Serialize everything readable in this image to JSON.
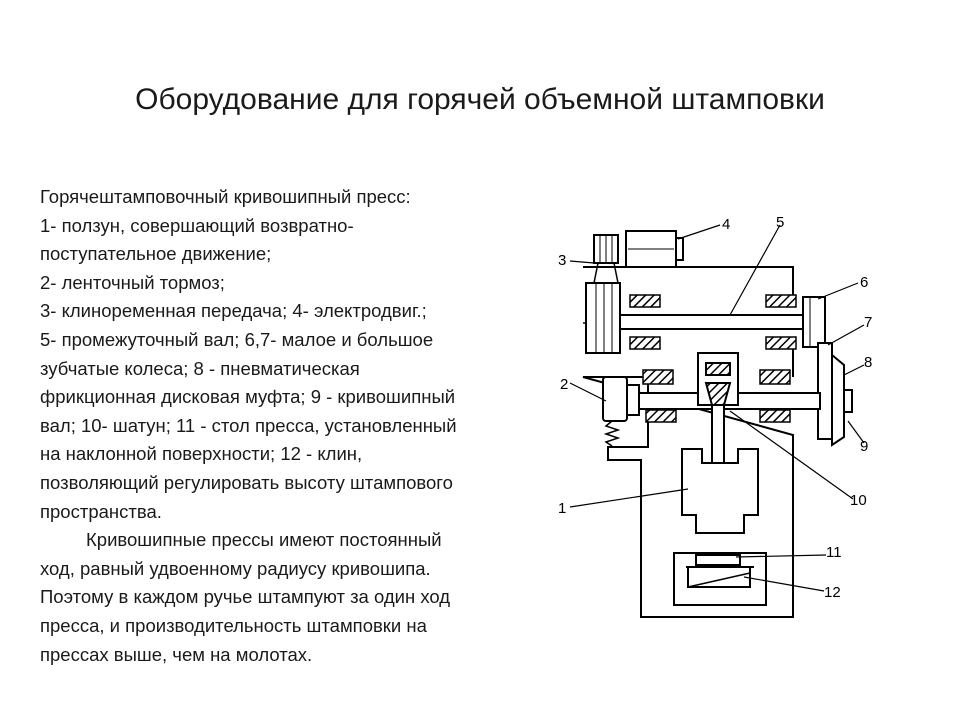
{
  "title": "Оборудование для горячей объемной штамповки",
  "text": {
    "intro": "Горячештамповочный кривошипный пресс:",
    "items": [
      "1- ползун, совершающий возвратно-",
      "поступательное движение;",
      "2- ленточный тормоз;",
      "3- клиноременная передача; 4- электродвиг.;",
      "5- промежуточный вал; 6,7- малое и большое",
      "зубчатые колеса; 8 - пневматическая",
      "фрикционная дисковая муфта; 9 - кривошипный",
      "вал; 10- шатун; 11 - стол пресса, установленный",
      "на наклонной поверхности; 12 - клин,",
      "позволяющий регулировать высоту штампового",
      "пространства."
    ],
    "paragraph2": [
      "Кривошипные прессы имеют постоянный",
      "ход, равный удвоенному радиусу  кривошипа.",
      "Поэтому в каждом ручье штампуют за один ход",
      "пресса, и производительность штамповки на",
      "прессах выше, чем на молотах."
    ]
  },
  "diagram": {
    "labels": {
      "l1": "1",
      "l2": "2",
      "l3": "3",
      "l4": "4",
      "l5": "5",
      "l6": "6",
      "l7": "7",
      "l8": "8",
      "l9": "9",
      "l10": "10",
      "l11": "11",
      "l12": "12"
    },
    "line_color": "#000000"
  }
}
